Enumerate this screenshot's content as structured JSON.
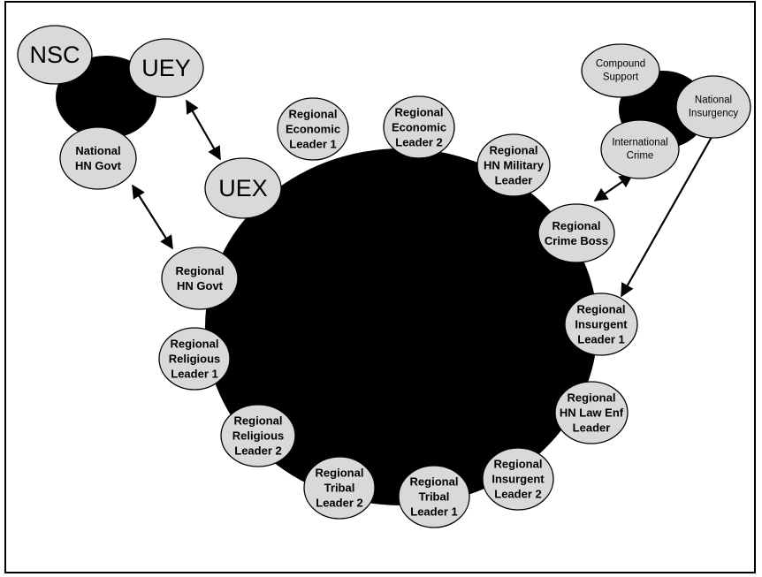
{
  "colors": {
    "node_fill": "#d9d9d9",
    "line": "#000000",
    "background": "#ffffff"
  },
  "nodes": {
    "nsc": [
      "NSC"
    ],
    "uey": [
      "UEY"
    ],
    "uex": [
      "UEX"
    ],
    "national_hn_govt": [
      "National",
      "HN Govt"
    ],
    "compound_support": [
      "Compound",
      "Support"
    ],
    "national_insurgency": [
      "National",
      "Insurgency"
    ],
    "international_crime": [
      "International",
      "Crime"
    ],
    "regional_economic_leader_1": [
      "Regional",
      "Economic",
      "Leader 1"
    ],
    "regional_economic_leader_2": [
      "Regional",
      "Economic",
      "Leader 2"
    ],
    "regional_hn_military_leader": [
      "Regional",
      "HN Military",
      "Leader"
    ],
    "regional_crime_boss": [
      "Regional",
      "Crime Boss"
    ],
    "regional_hn_govt": [
      "Regional",
      "HN Govt"
    ],
    "regional_insurgent_leader_1": [
      "Regional",
      "Insurgent",
      "Leader 1"
    ],
    "regional_religious_leader_1": [
      "Regional",
      "Religious",
      "Leader 1"
    ],
    "regional_hn_law_enf_leader": [
      "Regional",
      "HN Law Enf",
      "Leader"
    ],
    "regional_religious_leader_2": [
      "Regional",
      "Religious",
      "Leader 2"
    ],
    "regional_insurgent_leader_2": [
      "Regional",
      "Insurgent",
      "Leader 2"
    ],
    "regional_tribal_leader_2": [
      "Regional",
      "Tribal",
      "Leader 2"
    ],
    "regional_tribal_leader_1": [
      "Regional",
      "Tribal",
      "Leader 1"
    ]
  },
  "connections": [
    {
      "from": "uey",
      "to": "uex",
      "arrows": "both"
    },
    {
      "from": "national_hn_govt",
      "to": "regional_hn_govt",
      "arrows": "both"
    },
    {
      "from": "international_crime",
      "to": "regional_crime_boss",
      "arrows": "both"
    },
    {
      "from": "national_insurgency",
      "to": "regional_insurgent_leader_1",
      "arrows": "both"
    }
  ]
}
